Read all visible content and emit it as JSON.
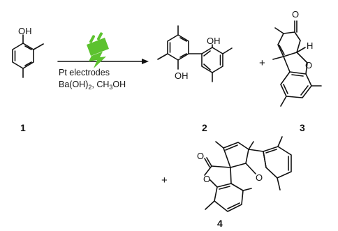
{
  "reaction": {
    "conditions": {
      "line1": "Pt electrodes",
      "line2_prefix": "Ba(OH)",
      "line2_sub1": "2",
      "line2_mid": ", CH",
      "line2_sub2": "3",
      "line2_suffix": "OH"
    },
    "plus_signs": [
      "+",
      "+"
    ],
    "energy_icon": "electric-plug-icon",
    "icon_color": "#5cc22e"
  },
  "compounds": [
    {
      "number": "1",
      "atoms": [
        "OH"
      ]
    },
    {
      "number": "2",
      "atoms": [
        "OH",
        "OH"
      ]
    },
    {
      "number": "3",
      "atoms": [
        "O",
        "O",
        "H"
      ]
    },
    {
      "number": "4",
      "atoms": [
        "O",
        "O",
        "O"
      ]
    }
  ]
}
